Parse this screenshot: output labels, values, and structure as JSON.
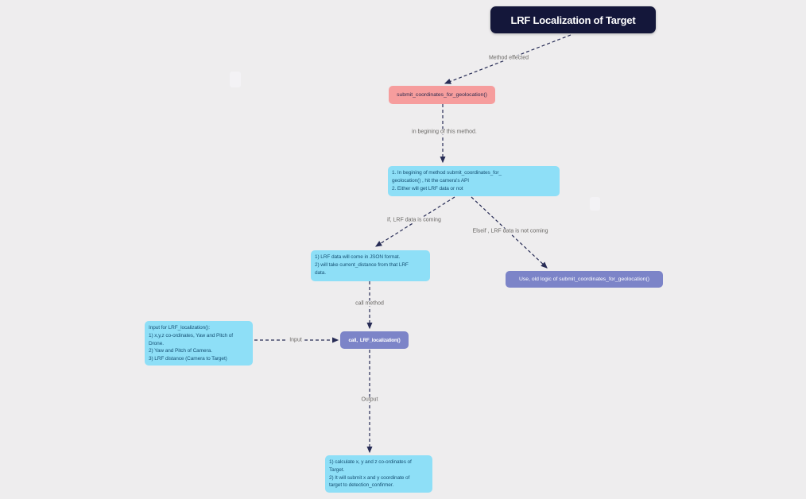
{
  "page": {
    "background": "#eeedee"
  },
  "palette": {
    "node_dark": "#14173a",
    "node_pink": "#f69d9d",
    "node_blue": "#8edff7",
    "node_purple": "#7c84c8",
    "edge_color": "#272c55",
    "edge_label_color": "#6b6966",
    "blue_node_text": "#175276",
    "pink_node_text": "#2b2a4d",
    "white_text": "#ffffff"
  },
  "title": {
    "label": "LRF Localization of Target"
  },
  "nodes": {
    "submit_method": {
      "label": "submit_coordinates_for_geolocation()"
    },
    "begin_method": {
      "text": "1. In begining of method submit_coordinates_for_\ngeolocation() , hit the camera's API\n2. Either will get LRF data or not"
    },
    "lrf_json": {
      "text": "1) LRF data will come in JSON format.\n2) will take current_distance from that LRF\ndata."
    },
    "old_logic": {
      "label": "Use, old logic of submit_coordinates_for_geolocation()"
    },
    "call_localization": {
      "label": "call,  LRF_localization()"
    },
    "input_spec": {
      "text": "Input for LRF_localization():\n1) x,y,z co-ordinates, Yaw and Pitch of\nDrone.\n2) Yaw and Pitch of Camera.\n3) LRF distance (Camera to Target)"
    },
    "output_spec": {
      "text": "1) calculate x, y and z co-ordinates of\nTarget.\n2) It will submit x and y coordinate of\ntarget to detection_confirmer."
    }
  },
  "edges": {
    "method_effected": {
      "label": "Method effected"
    },
    "in_begining": {
      "label": "in begining of this method."
    },
    "if_coming": {
      "label": "if, LRF data is coming"
    },
    "elseif_not": {
      "label": "Elseif , LRF data is not coming"
    },
    "call_method": {
      "label": "call method"
    },
    "input": {
      "label": "Input"
    },
    "output": {
      "label": "Output"
    }
  }
}
